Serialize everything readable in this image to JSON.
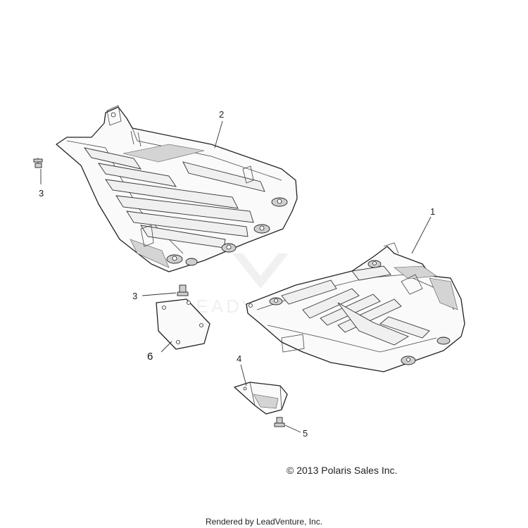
{
  "callouts": {
    "part1": "1",
    "part2": "2",
    "part3_upper": "3",
    "part3_lower": "3",
    "part4": "4",
    "part5": "5",
    "part6": "6"
  },
  "watermark": "LEADVENTURE",
  "copyright": "© 2013 Polaris Sales Inc.",
  "footer": "Rendered by LeadVenture, Inc."
}
